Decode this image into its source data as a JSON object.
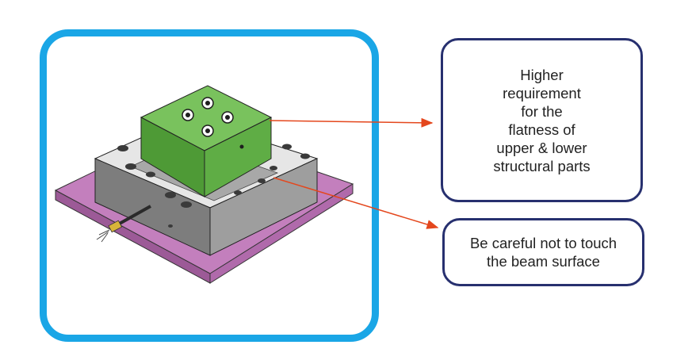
{
  "callouts": [
    {
      "text": "Higher\nrequirement\nfor the\nflatness of\nupper & lower\nstructural parts"
    },
    {
      "text": "Be careful not to touch\nthe beam surface"
    }
  ],
  "colors": {
    "frame_border": "#1aa6e6",
    "callout_border": "#27306f",
    "arrow": "#e4471d",
    "upper_block": "#5cad40",
    "base_plate": "#b66fb0",
    "middle_block": "#9a9a9a"
  },
  "icons": [
    "mold-assembly-illustration",
    "arrow-icon"
  ]
}
